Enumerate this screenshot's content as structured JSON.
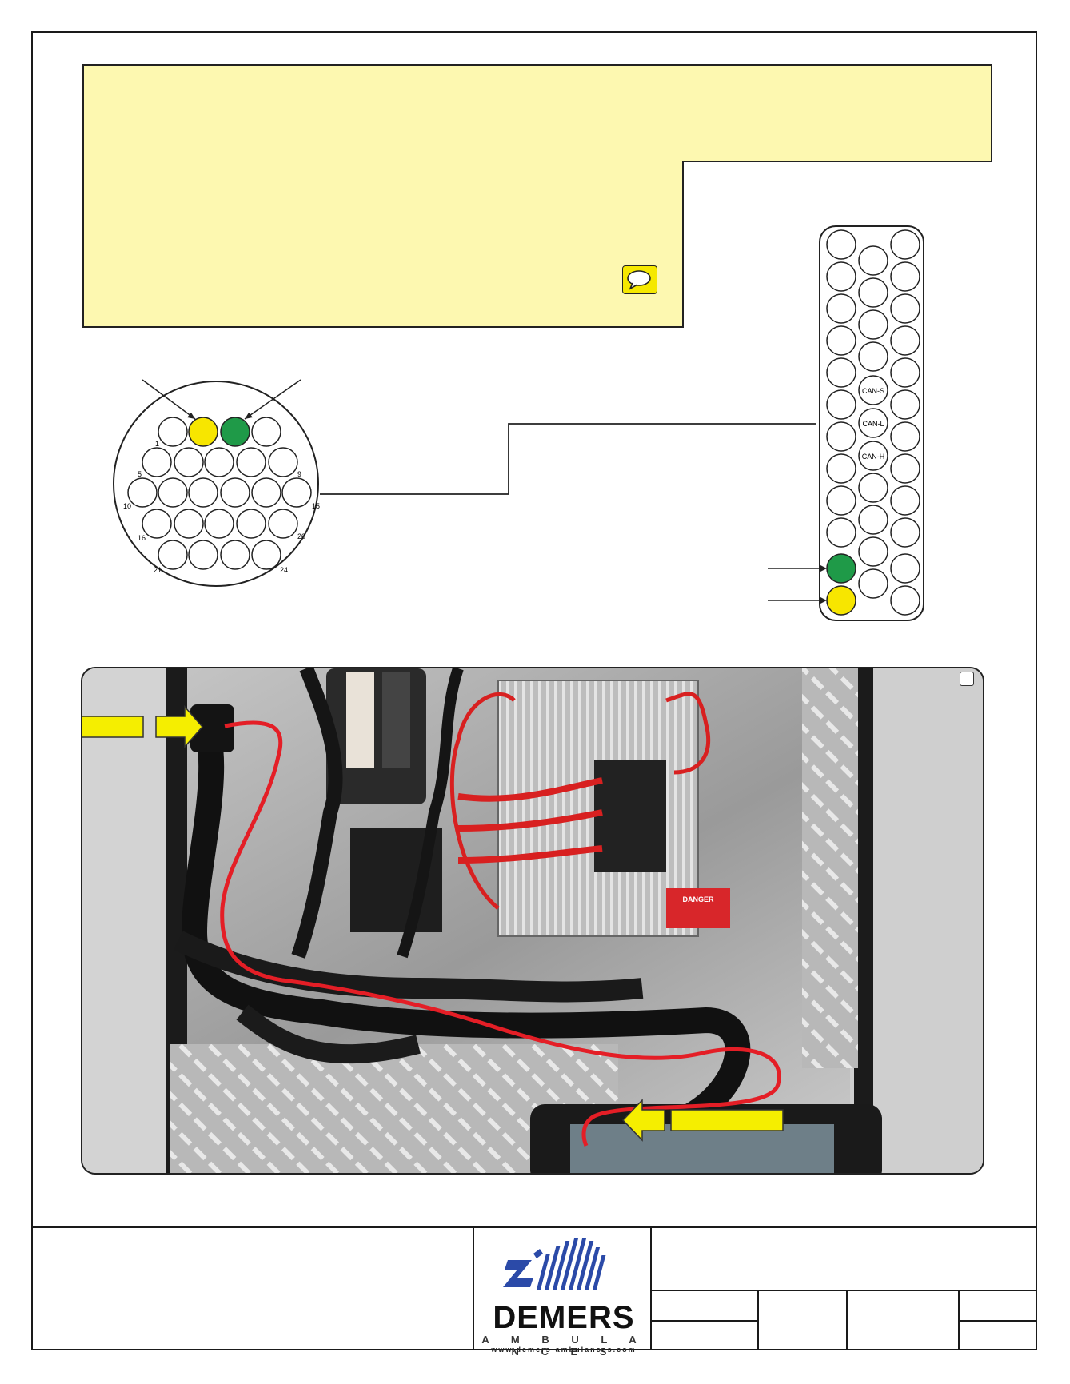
{
  "colors": {
    "note_background": "#fdf8b0",
    "connector_yellow": "#f7e600",
    "connector_green": "#1f9a48",
    "route_line_red": "#e41e26",
    "arrow_yellow": "#f5ee00"
  },
  "icons": [
    "comment-icon",
    "arrow-icon"
  ],
  "round_connector": {
    "pin_numbers": [
      "1",
      "5",
      "9",
      "10",
      "15",
      "16",
      "20",
      "21",
      "24"
    ]
  },
  "strip_connector": {
    "labels": [
      "CAN-S",
      "CAN-L",
      "CAN-H"
    ]
  },
  "photo": {
    "sticker_text": "DANGER"
  },
  "logo": {
    "name": "DEMERS",
    "subtitle": "A M B U L A N C E S",
    "website": "www.demers-ambulances.com"
  }
}
